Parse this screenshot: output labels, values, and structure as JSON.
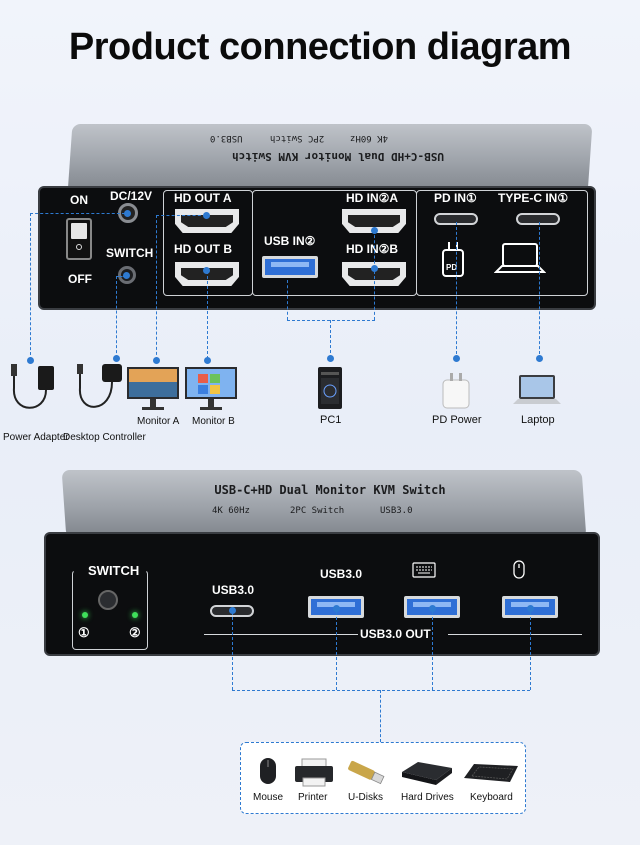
{
  "title": "Product connection diagram",
  "top_device": {
    "top_name": "USB-C+HD Dual Monitor KVM Switch",
    "top_features": [
      "4K 60Hz",
      "2PC Switch",
      "USB3.0"
    ],
    "labels": {
      "on": "ON",
      "off": "OFF",
      "dc": "DC/12V",
      "switch": "SWITCH",
      "hd_out_a": "HD OUT A",
      "hd_out_b": "HD OUT B",
      "usb_in2": "USB IN②",
      "hd_in2a": "HD IN②A",
      "hd_in2b": "HD IN②B",
      "pd_in1": "PD IN①",
      "typec_in1": "TYPE-C IN①",
      "pd_badge": "PD"
    }
  },
  "top_devices": [
    {
      "name": "Power Adapter",
      "icon": "power-adapter-icon"
    },
    {
      "name": "Desktop Controller",
      "icon": "desktop-controller-icon"
    },
    {
      "name": "Monitor A",
      "icon": "monitor-icon"
    },
    {
      "name": "Monitor B",
      "icon": "monitor-icon"
    },
    {
      "name": "PC1",
      "icon": "pc-tower-icon"
    },
    {
      "name": "PD Power",
      "icon": "charger-icon"
    },
    {
      "name": "Laptop",
      "icon": "laptop-icon"
    }
  ],
  "bottom_device": {
    "top_name": "USB-C+HD Dual Monitor KVM Switch",
    "top_features": [
      "4K 60Hz",
      "2PC Switch",
      "USB3.0"
    ],
    "labels": {
      "switch": "SWITCH",
      "led1": "①",
      "led2": "②",
      "usb30_c": "USB3.0",
      "usb30_a": "USB3.0",
      "usb30_out": "USB3.0 OUT"
    }
  },
  "peripherals": [
    {
      "name": "Mouse",
      "icon": "mouse-icon"
    },
    {
      "name": "Printer",
      "icon": "printer-icon"
    },
    {
      "name": "U-Disks",
      "icon": "usb-disk-icon"
    },
    {
      "name": "Hard Drives",
      "icon": "hard-drive-icon"
    },
    {
      "name": "Keyboard",
      "icon": "keyboard-icon"
    }
  ],
  "colors": {
    "accent": "#2e7ad1",
    "device_body": "#0c0d0f",
    "usb_blue": "#2f6fd6",
    "led_green": "#3fe05a"
  }
}
